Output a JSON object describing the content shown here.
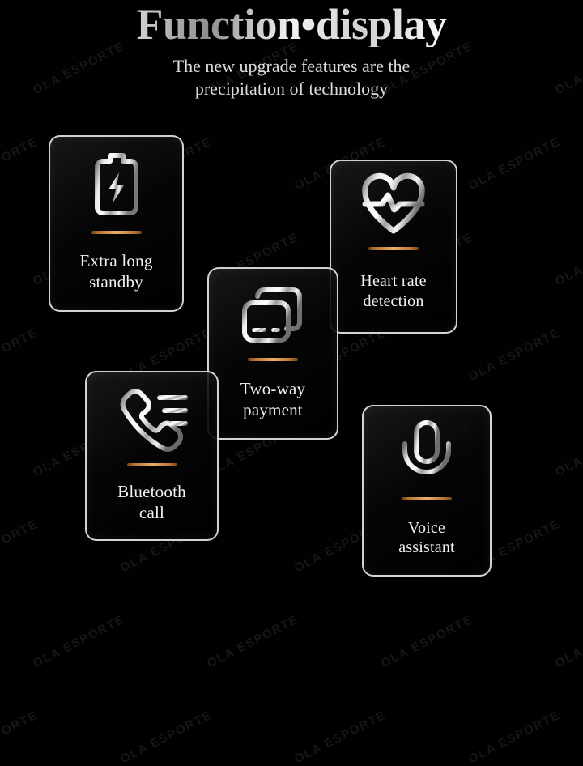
{
  "header": {
    "title": "Function•display",
    "subtitle_line1": "The new upgrade features are the",
    "subtitle_line2": "precipitation of technology"
  },
  "watermark": {
    "text": "OLA ESPORTE",
    "angle_deg": -27,
    "color": "rgba(255,255,255,0.085)"
  },
  "theme": {
    "background": "#010101",
    "card_border": "#ffffff",
    "divider_accent": "#b87333",
    "divider_highlight": "#e8b06a",
    "text": "#f2f2f2"
  },
  "cards": [
    {
      "id": "standby",
      "icon": "battery-charging-icon",
      "label_line1": "Extra long",
      "label_line2": "standby"
    },
    {
      "id": "heartrate",
      "icon": "heart-pulse-icon",
      "label_line1": "Heart rate",
      "label_line2": "detection"
    },
    {
      "id": "payment",
      "icon": "two-cards-payment-icon",
      "label_line1": "Two-way",
      "label_line2": "payment"
    },
    {
      "id": "bluetooth",
      "icon": "phone-handset-waves-icon",
      "label_line1": "Bluetooth",
      "label_line2": "call"
    },
    {
      "id": "voice",
      "icon": "microphone-icon",
      "label_line1": "Voice",
      "label_line2": "assistant"
    }
  ]
}
